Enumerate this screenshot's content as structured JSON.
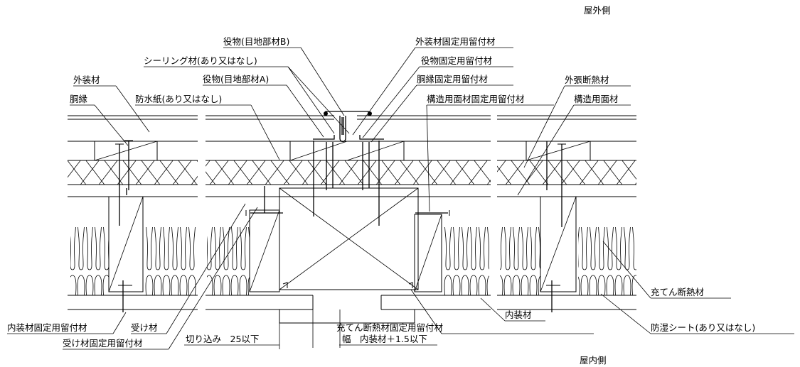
{
  "sides": {
    "outdoor": "屋外側",
    "indoor": "屋内側"
  },
  "labels": {
    "yakumono_b": "役物(目地部材B)",
    "sealing": "シーリング材(あり又はなし)",
    "yakumono_a": "役物(目地部材A)",
    "gaisouzai_fix": "外装材固定用留付材",
    "yakumono_fix": "役物固定用留付材",
    "doubuchi_fix": "胴縁固定用留付材",
    "gaisouzai": "外装材",
    "doubuchi": "胴縁",
    "bousuishi": "防水紙(あり又はなし)",
    "kouzou_menzai_fix": "構造用面材固定用留付材",
    "sotobari": "外張断熱材",
    "kouzou_menzai": "構造用面材",
    "juuten": "充てん断熱材",
    "naisouzai": "内装材",
    "bousitsu": "防湿シート(あり又はなし)",
    "naisou_fix": "内装材固定用留付材",
    "ukezai": "受け材",
    "ukezai_fix": "受け材固定用留付材",
    "juuten_fix": "充てん断熱材固定用留付材"
  },
  "dimensions": {
    "cut": "切り込み　25以下",
    "width": "幅　内装材＋1.5以下"
  }
}
